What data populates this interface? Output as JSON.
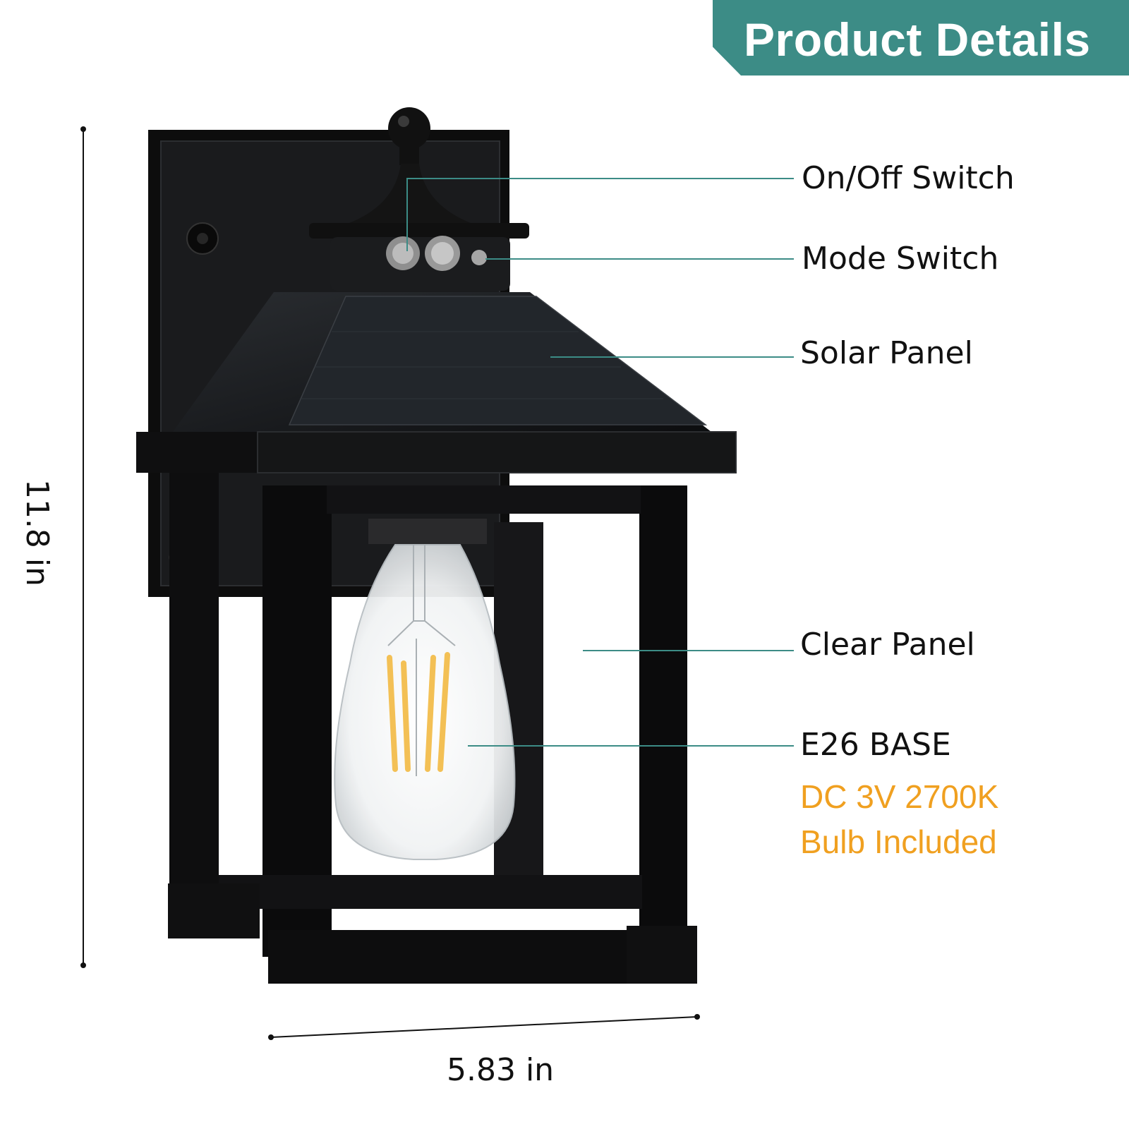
{
  "banner": {
    "title": "Product Details"
  },
  "callouts": {
    "on_off_switch": "On/Off Switch",
    "mode_switch": "Mode Switch",
    "solar_panel": "Solar Panel",
    "clear_panel": "Clear Panel",
    "e26_base": "E26 BASE"
  },
  "specs": {
    "voltage_color_temp": "DC 3V 2700K",
    "bulb_included": "Bulb Included"
  },
  "dimensions": {
    "height": "11.8 in",
    "width": "5.83 in"
  },
  "colors": {
    "banner": "#3c8c86",
    "leader_line": "#3c8c86",
    "spec_text": "#f0a020",
    "lamp_body": "#121212",
    "filament": "#f3c055"
  }
}
